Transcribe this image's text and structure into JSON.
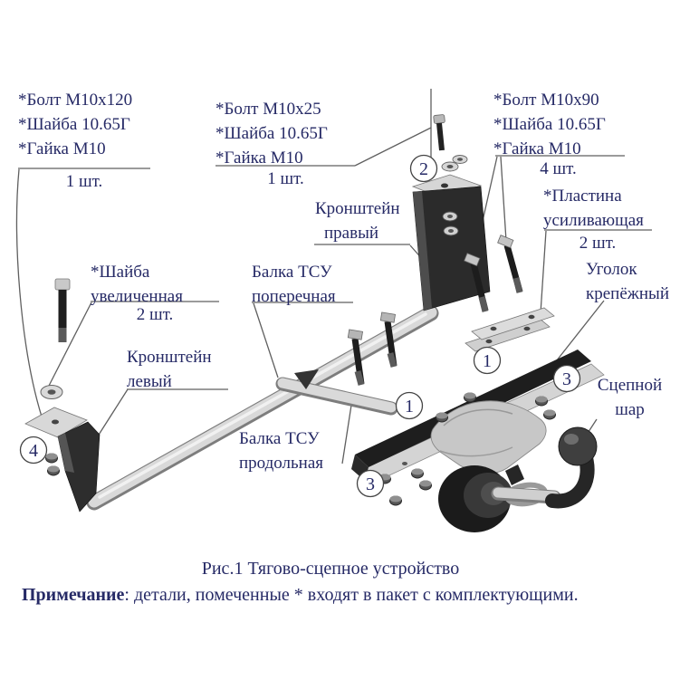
{
  "colors": {
    "ink": "#262a66",
    "leader": "#5f5f5f",
    "part_dark": "#262626",
    "part_light": "#d8d8d8"
  },
  "labels": {
    "bolt_group_left": {
      "lines": [
        "*Болт М10х120",
        "*Шайба 10.65Г",
        "*Гайка М10"
      ],
      "qty": "1 шт."
    },
    "bolt_group_mid": {
      "lines": [
        "*Болт М10х25",
        "*Шайба 10.65Г",
        "*Гайка М10"
      ],
      "qty": "1 шт."
    },
    "bolt_group_right": {
      "lines": [
        "*Болт М10х90",
        "*Шайба 10.65Г",
        "*Гайка М10"
      ],
      "qty": "4 шт."
    },
    "plate": {
      "line1": "*Пластина",
      "line2": "усиливающая",
      "qty": "2 шт."
    },
    "angle": {
      "line1": "Уголок",
      "line2": "крепёжный"
    },
    "washer_big": {
      "line1": "*Шайба",
      "line2": "увеличенная",
      "qty": "2 шт."
    },
    "bracket_left": {
      "line1": "Кронштейн",
      "line2": "левый"
    },
    "bracket_right": {
      "line1": "Кронштейн",
      "line2": "правый"
    },
    "beam_cross": {
      "line1": "Балка ТСУ",
      "line2": "поперечная"
    },
    "beam_long": {
      "line1": "Балка ТСУ",
      "line2": "продольная"
    },
    "ball": {
      "line1": "Сцепной",
      "line2": "шар"
    }
  },
  "markers": {
    "m1": "1",
    "m2": "2",
    "m3": "3",
    "m4": "4"
  },
  "caption": "Рис.1 Тягово-сцепное устройство",
  "note_bold": "Примечание",
  "note_rest": ": детали, помеченные * входят в пакет с комплектующими."
}
